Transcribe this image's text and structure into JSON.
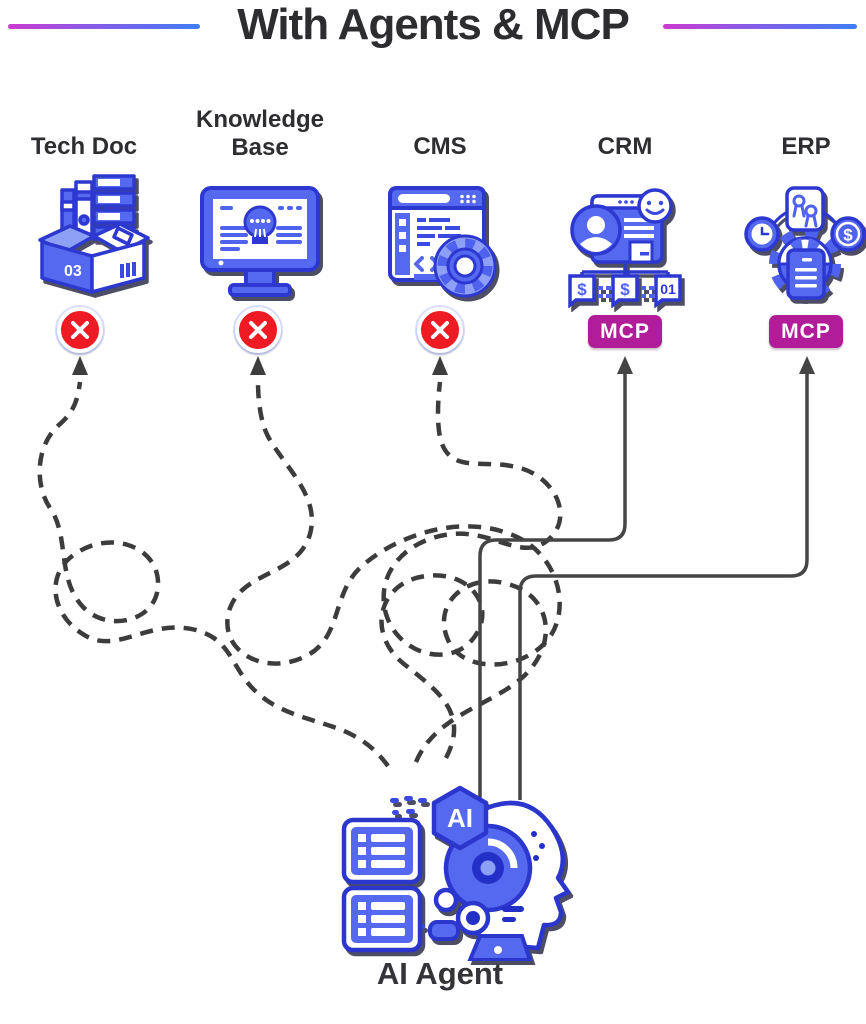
{
  "title": "With Agents & MCP",
  "systems": [
    {
      "label": "Tech Doc",
      "icon": "box-documents-icon",
      "connection": "blocked",
      "marker": "x-circle"
    },
    {
      "label": "Knowledge Base",
      "icon": "monitor-lightbulb-icon",
      "connection": "blocked",
      "marker": "x-circle"
    },
    {
      "label": "CMS",
      "icon": "browser-gear-icon",
      "connection": "blocked",
      "marker": "x-circle"
    },
    {
      "label": "CRM",
      "icon": "customer-chat-icon",
      "connection": "mcp",
      "badge": "MCP"
    },
    {
      "label": "ERP",
      "icon": "gear-modules-icon",
      "connection": "mcp",
      "badge": "MCP"
    }
  ],
  "agent": {
    "label": "AI Agent",
    "chip": "AI",
    "icon": "robot-head-icon"
  },
  "icon_text": {
    "box_number": "03",
    "crm_bubble_1": "$",
    "crm_bubble_2": "$",
    "crm_bubble_3": "01",
    "erp_coin": "$"
  },
  "colors": {
    "accent_blue": "#5468f0",
    "outline_blue": "#2c38cf",
    "badge_magenta": "#b11d98",
    "error_red": "#ee1b24",
    "dashed_line_gray": "#3c3c3c",
    "solid_line_gray": "#454545",
    "title_dark": "#2d2d30",
    "gradient_start": "#cb3ad0",
    "gradient_end": "#3f7df6"
  }
}
